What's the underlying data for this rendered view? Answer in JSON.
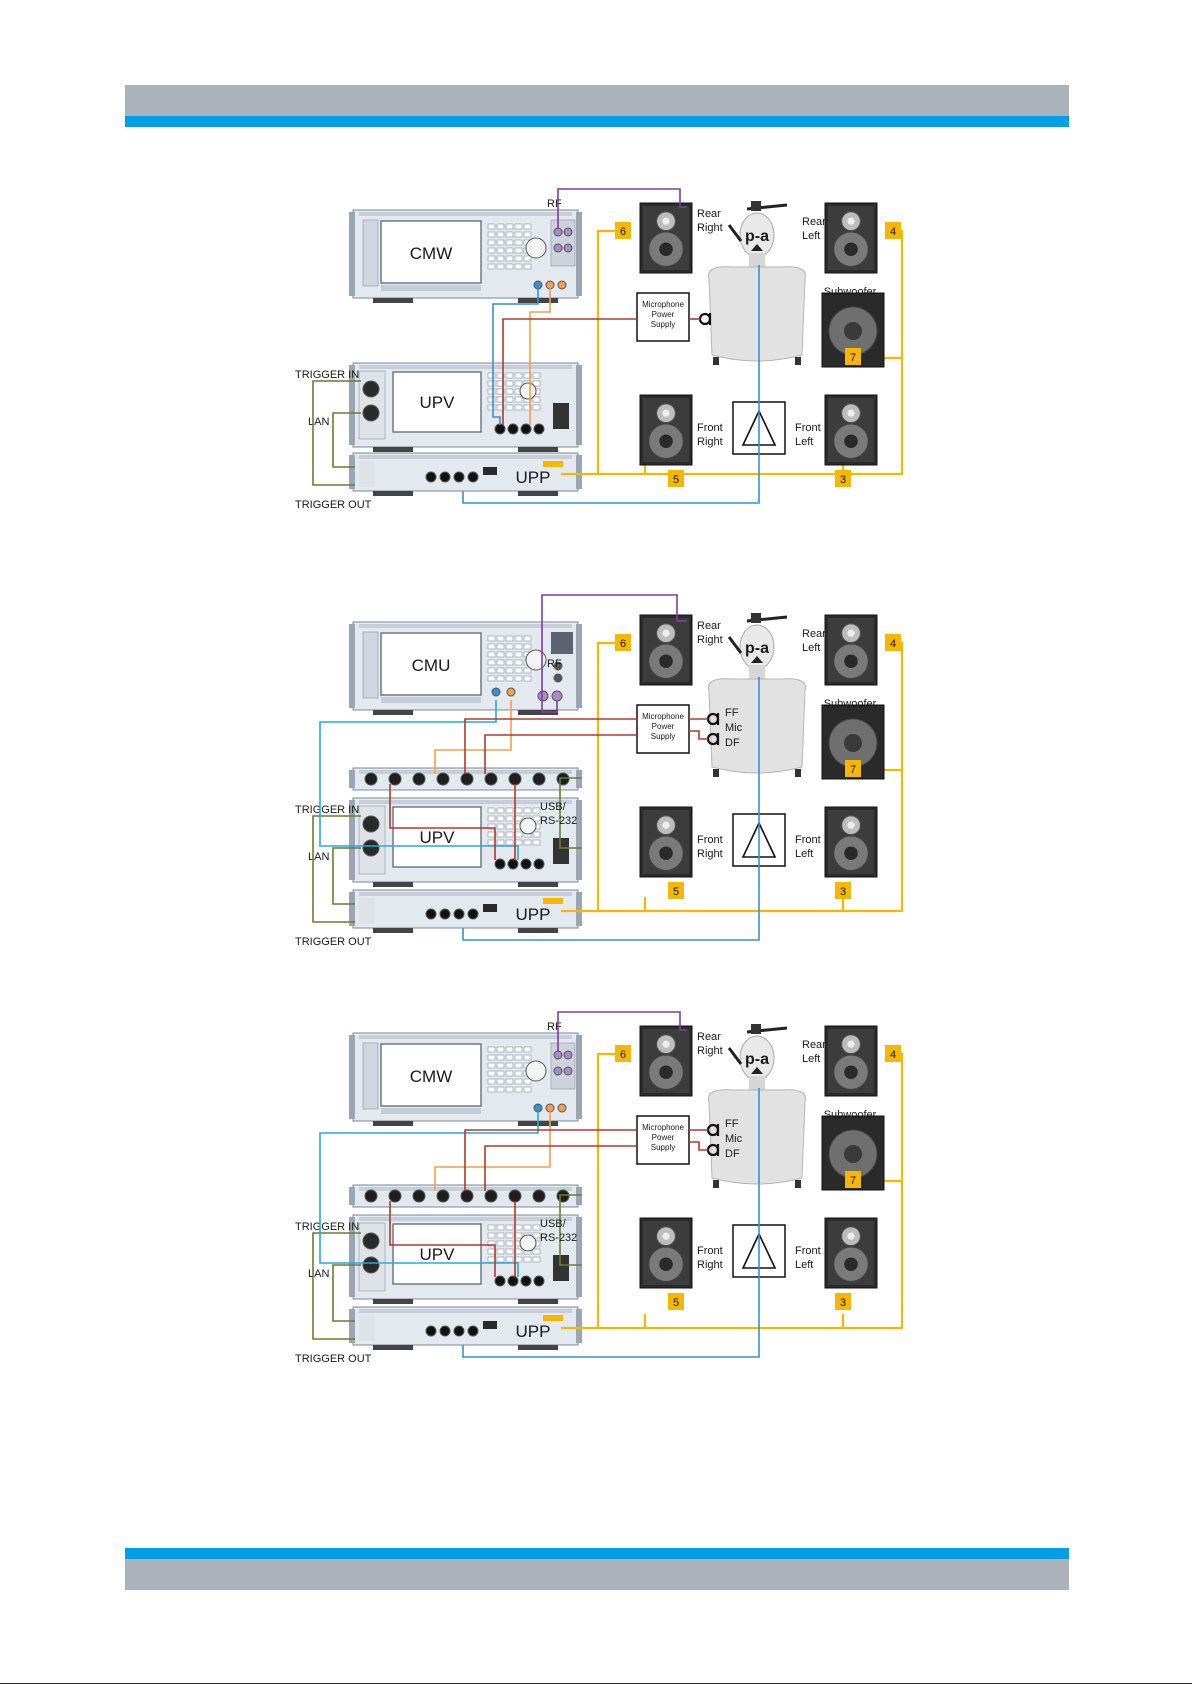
{
  "colors": {
    "header_gray": "#abb2b9",
    "accent_blue": "#009fe3",
    "cable_purple": "#7b3fa0",
    "cable_orange": "#f0a050",
    "cable_red": "#b03a2e",
    "cable_blue": "#3a8fd0",
    "cable_teal": "#29a9d6",
    "cable_olive": "#6b7d2e",
    "cable_yellow": "#f5b700"
  },
  "diagrams": [
    {
      "generator": "CMW",
      "analyzer": "UPV",
      "amplifier": "UPP",
      "rf_label": "RF",
      "has_interface": false,
      "mic_supply": [
        "Microphone",
        "Power",
        "Supply"
      ],
      "mic_labels": []
    },
    {
      "generator": "CMU",
      "analyzer": "UPV",
      "amplifier": "UPP",
      "rf_label": "RF",
      "has_interface": true,
      "usb_label": [
        "USB/",
        "RS-232"
      ],
      "mic_supply": [
        "Microphone",
        "Power",
        "Supply"
      ],
      "mic_labels": [
        "FF",
        "Mic",
        "DF"
      ]
    },
    {
      "generator": "CMW",
      "analyzer": "UPV",
      "amplifier": "UPP",
      "rf_label": "RF",
      "has_interface": true,
      "usb_label": [
        "USB/",
        "RS-232"
      ],
      "mic_supply": [
        "Microphone",
        "Power",
        "Supply"
      ],
      "mic_labels": [
        "FF",
        "Mic",
        "DF"
      ]
    }
  ],
  "labels": {
    "trigger_in": "TRIGGER IN",
    "trigger_out": "TRIGGER OUT",
    "lan": "LAN",
    "rear_right": [
      "Rear",
      "Right"
    ],
    "rear_left": [
      "Rear",
      "Left"
    ],
    "front_right": [
      "Front",
      "Right"
    ],
    "front_left": [
      "Front",
      "Left"
    ],
    "subwoofer": "Subwoofer",
    "ch_rear_right": "6",
    "ch_rear_left": "4",
    "ch_front_right": "5",
    "ch_front_left": "3",
    "ch_sub": "7"
  }
}
